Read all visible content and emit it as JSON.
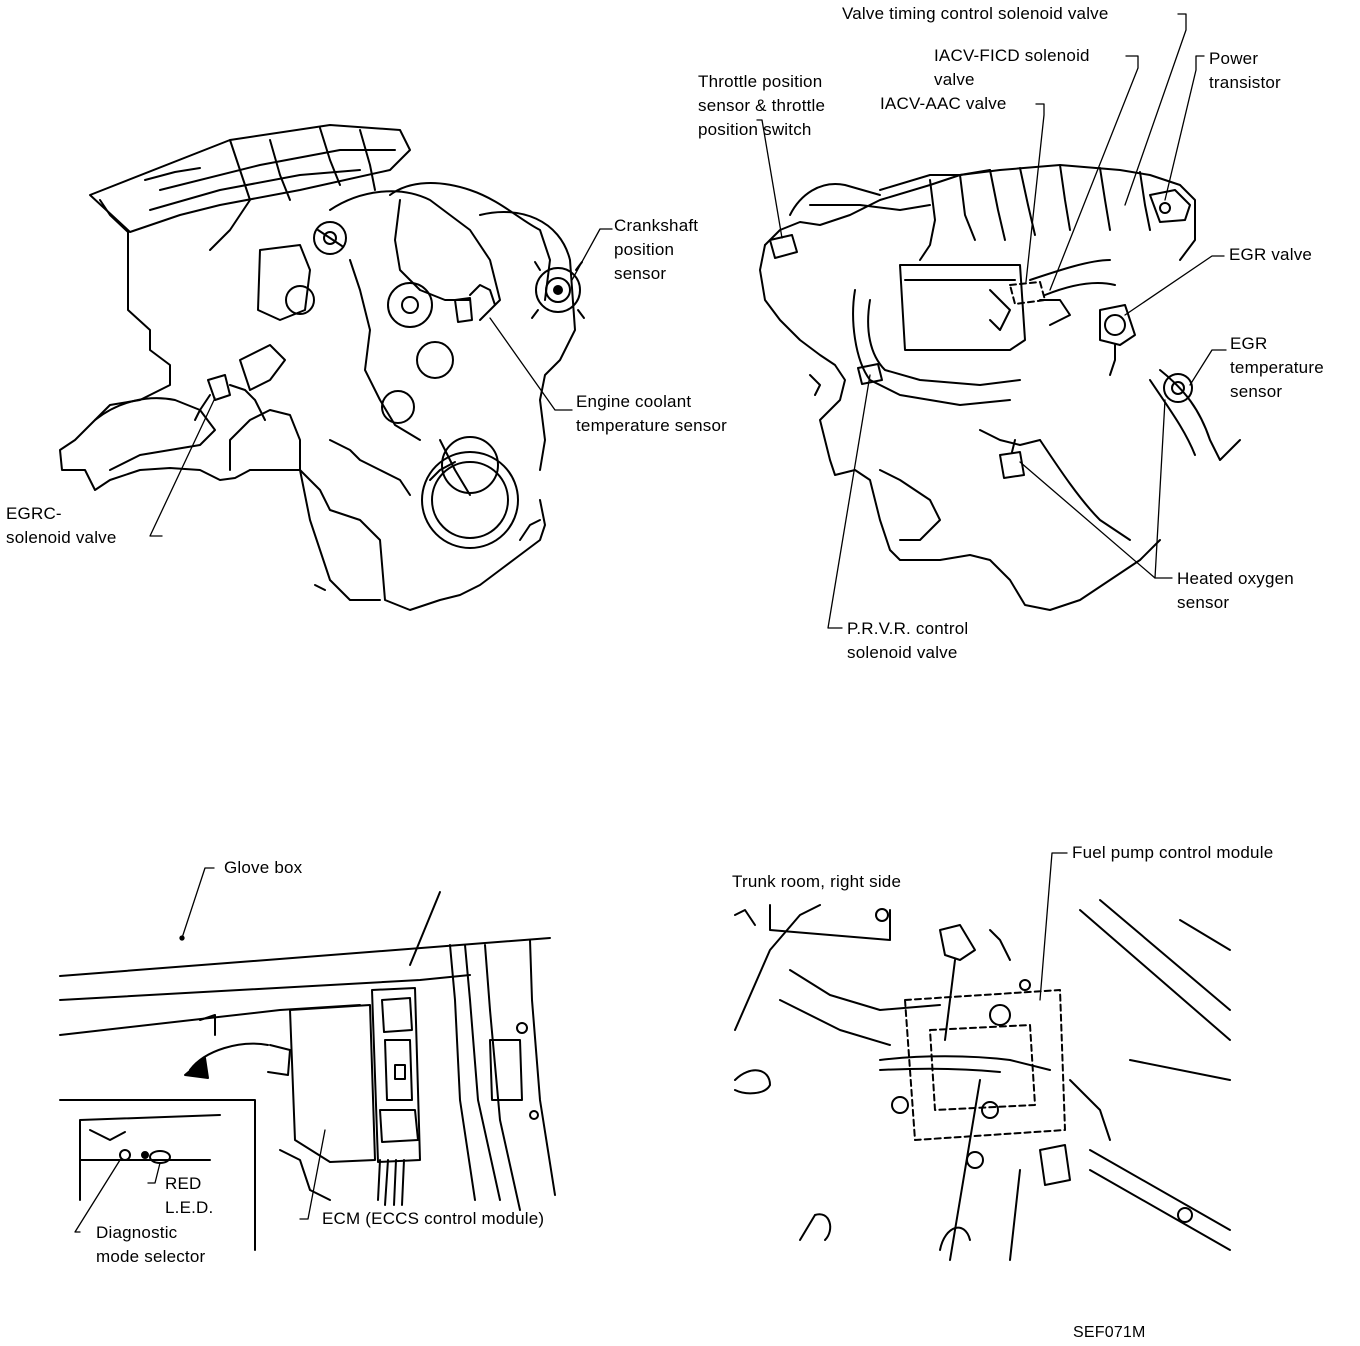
{
  "figure_code": "SEF071M",
  "engine_left": {
    "labels": {
      "crankshaft": "Crankshaft\nposition\nsensor",
      "coolant": "Engine coolant\ntemperature sensor",
      "egrc": "EGRC-\nsolenoid valve"
    }
  },
  "engine_right": {
    "labels": {
      "valve_timing": "Valve timing control solenoid valve",
      "iacv_ficd": "IACV-FICD solenoid\nvalve",
      "iacv_aac": "IACV-AAC valve",
      "power_transistor": "Power\ntransistor",
      "throttle": "Throttle position\nsensor & throttle\nposition switch",
      "egr_valve": "EGR valve",
      "egr_temp": "EGR\ntemperature\nsensor",
      "heated_oxygen": "Heated oxygen\nsensor",
      "prvr": "P.R.V.R. control\nsolenoid valve"
    }
  },
  "glovebox": {
    "labels": {
      "glove_box": "Glove box",
      "red_led": "RED\nL.E.D.",
      "diag_selector": "Diagnostic\nmode selector",
      "ecm": "ECM (ECCS control module)"
    }
  },
  "trunk": {
    "labels": {
      "trunk_room": "Trunk room, right side",
      "fuel_pump": "Fuel pump control module"
    }
  }
}
